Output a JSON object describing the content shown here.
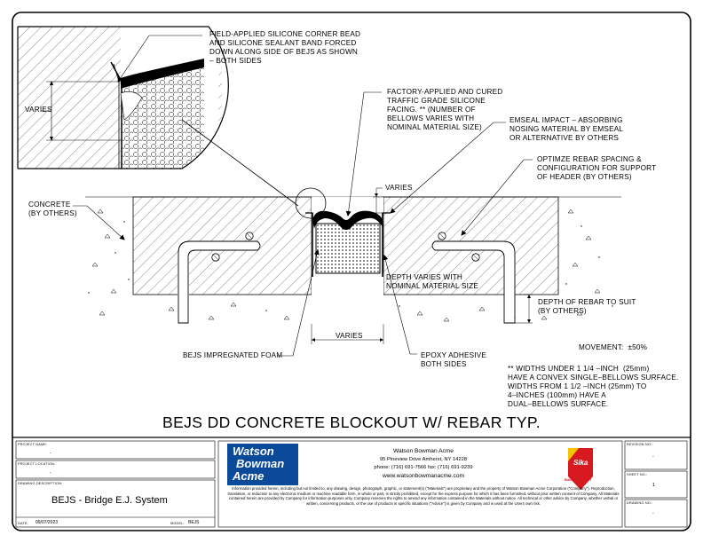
{
  "drawing": {
    "title": "BEJS DD CONCRETE BLOCKOUT W/ REBAR TYP.",
    "notes": {
      "field_applied": "FIELD-APPLIED SILICONE CORNER BEAD\nAND SILICONE SEALANT BAND FORCED\nDOWN ALONG SIDE OF BEJS AS SHOWN\n– BOTH SIDES",
      "varies_detail": "VARIES",
      "factory_applied": "FACTORY-APPLIED AND CURED\nTRAFFIC GRADE SILICONE\nFACING. ** (NUMBER OF\nBELLOWS VARIES WITH\nNOMINAL MATERIAL SIZE)",
      "emseal_impact": "EMSEAL IMPACT – ABSORBING\nNOSING MATERIAL BY EMSEAL\nOR ALTERNATIVE BY OTHERS",
      "optimize_rebar": "OPTIMZE REBAR SPACING &\nCONFIGURATION FOR SUPPORT\nOF HEADER (BY OTHERS)",
      "concrete": "CONCRETE\n(BY OTHERS)",
      "varies_top": "VARIES",
      "depth_varies": "DEPTH VARIES WITH\nNOMINAL MATERIAL SIZE",
      "depth_rebar": "DEPTH OF REBAR TO SUIT\n(BY OTHERS)",
      "movement": "MOVEMENT:  ±50%",
      "varies_bottom": "VARIES",
      "bejs_foam": "BEJS IMPREGNATED FOAM",
      "epoxy": "EPOXY ADHESIVE\nBOTH SIDES",
      "widths_note": "** WIDTHS UNDER 1 1/4 –INCH  (25mm)\nHAVE A CONVEX SINGLE–BELLOWS SURFACE.\nWIDTHS FROM 1 1/2 –INCH (25mm) TO\n4–INCHES (100mm) HAVE A\nDUAL–BELLOWS SURFACE."
    }
  },
  "title_block": {
    "project_name_label": "PROJECT NAME:",
    "project_name": "-",
    "project_location_label": "PROJECT LOCATION:",
    "project_location": "-",
    "drawing_description_label": "DRAWING DESCRIPTION:",
    "drawing_description": "BEJS - Bridge E.J. System",
    "date_label": "DATE:",
    "date": "09/07/2023",
    "model_label": "MODEL:",
    "model": "BEJS",
    "logo_line1": "Watson",
    "logo_line2": "Bowman",
    "logo_line3": "Acme",
    "company_name": "Watson Bowman Acme",
    "company_address": "95 Pineview Drive Amherst, NY 14228",
    "company_phone": "phone: (716) 691-7566  fax: (716) 691-9239",
    "company_web": "www.watsonbowmanacme.com",
    "disclaimer": "Information provided herein, including but not limited to, any drawing, design, photograph, graphic, or statement(s) (\"Materials\") are proprietary and the property of Watson Bowman Acme Corporation (\"Company\"). Reproduction, translation, or reduction to any electronic medium or machine readable form, in whole or part, is strictly prohibited, except for the express purpose for which it has been furnished, without prior written consent of Company.  All Materials contained herein are provided by Company for information purposes only.  Company reserves the rights to amend any information contained in the Materials without notice.  All technical or other advice by Company, whether verbal or written, concerning products, or the use of products in specific situations (\"Advice\") is given by Company and is used at the Users own risk.",
    "sika_logo": "Sika",
    "sika_tagline": "BUILDING TRUST",
    "revision_label": "REVISION NO.:",
    "revision": "-",
    "sheet_label": "SHEET NO.:",
    "sheet": "1",
    "drawing_no_label": "DRAWING NO.:",
    "drawing_no": "-"
  },
  "colors": {
    "ink": "#000000",
    "logo_blue": "#0b4a9a",
    "sika_red": "#d71920",
    "sika_yellow": "#f7c500"
  }
}
